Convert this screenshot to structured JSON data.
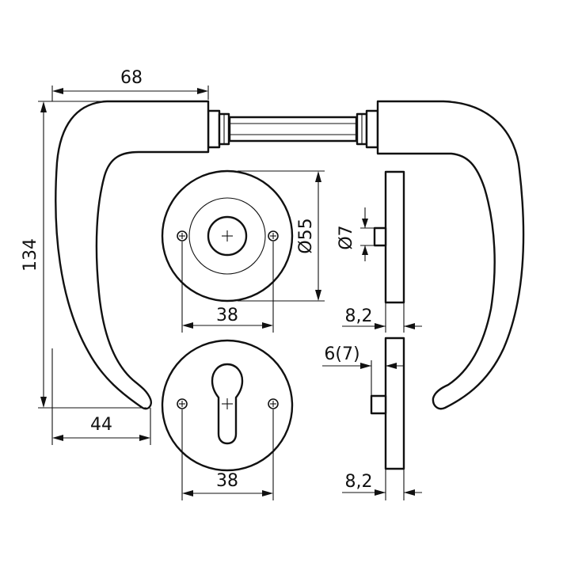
{
  "diagram": {
    "colors": {
      "line": "#111111",
      "background": "#ffffff"
    },
    "dimensions": {
      "handle_width": "68",
      "handle_height": "134",
      "handle_tip": "44",
      "rose_diameter": "Ø55",
      "rose_screw_spacing": "38",
      "escutcheon_screw_spacing": "38",
      "pin_diameter": "Ø7",
      "rose_thickness": "8,2",
      "spindle_offset": "6(7)",
      "escutcheon_thickness": "8,2"
    }
  }
}
